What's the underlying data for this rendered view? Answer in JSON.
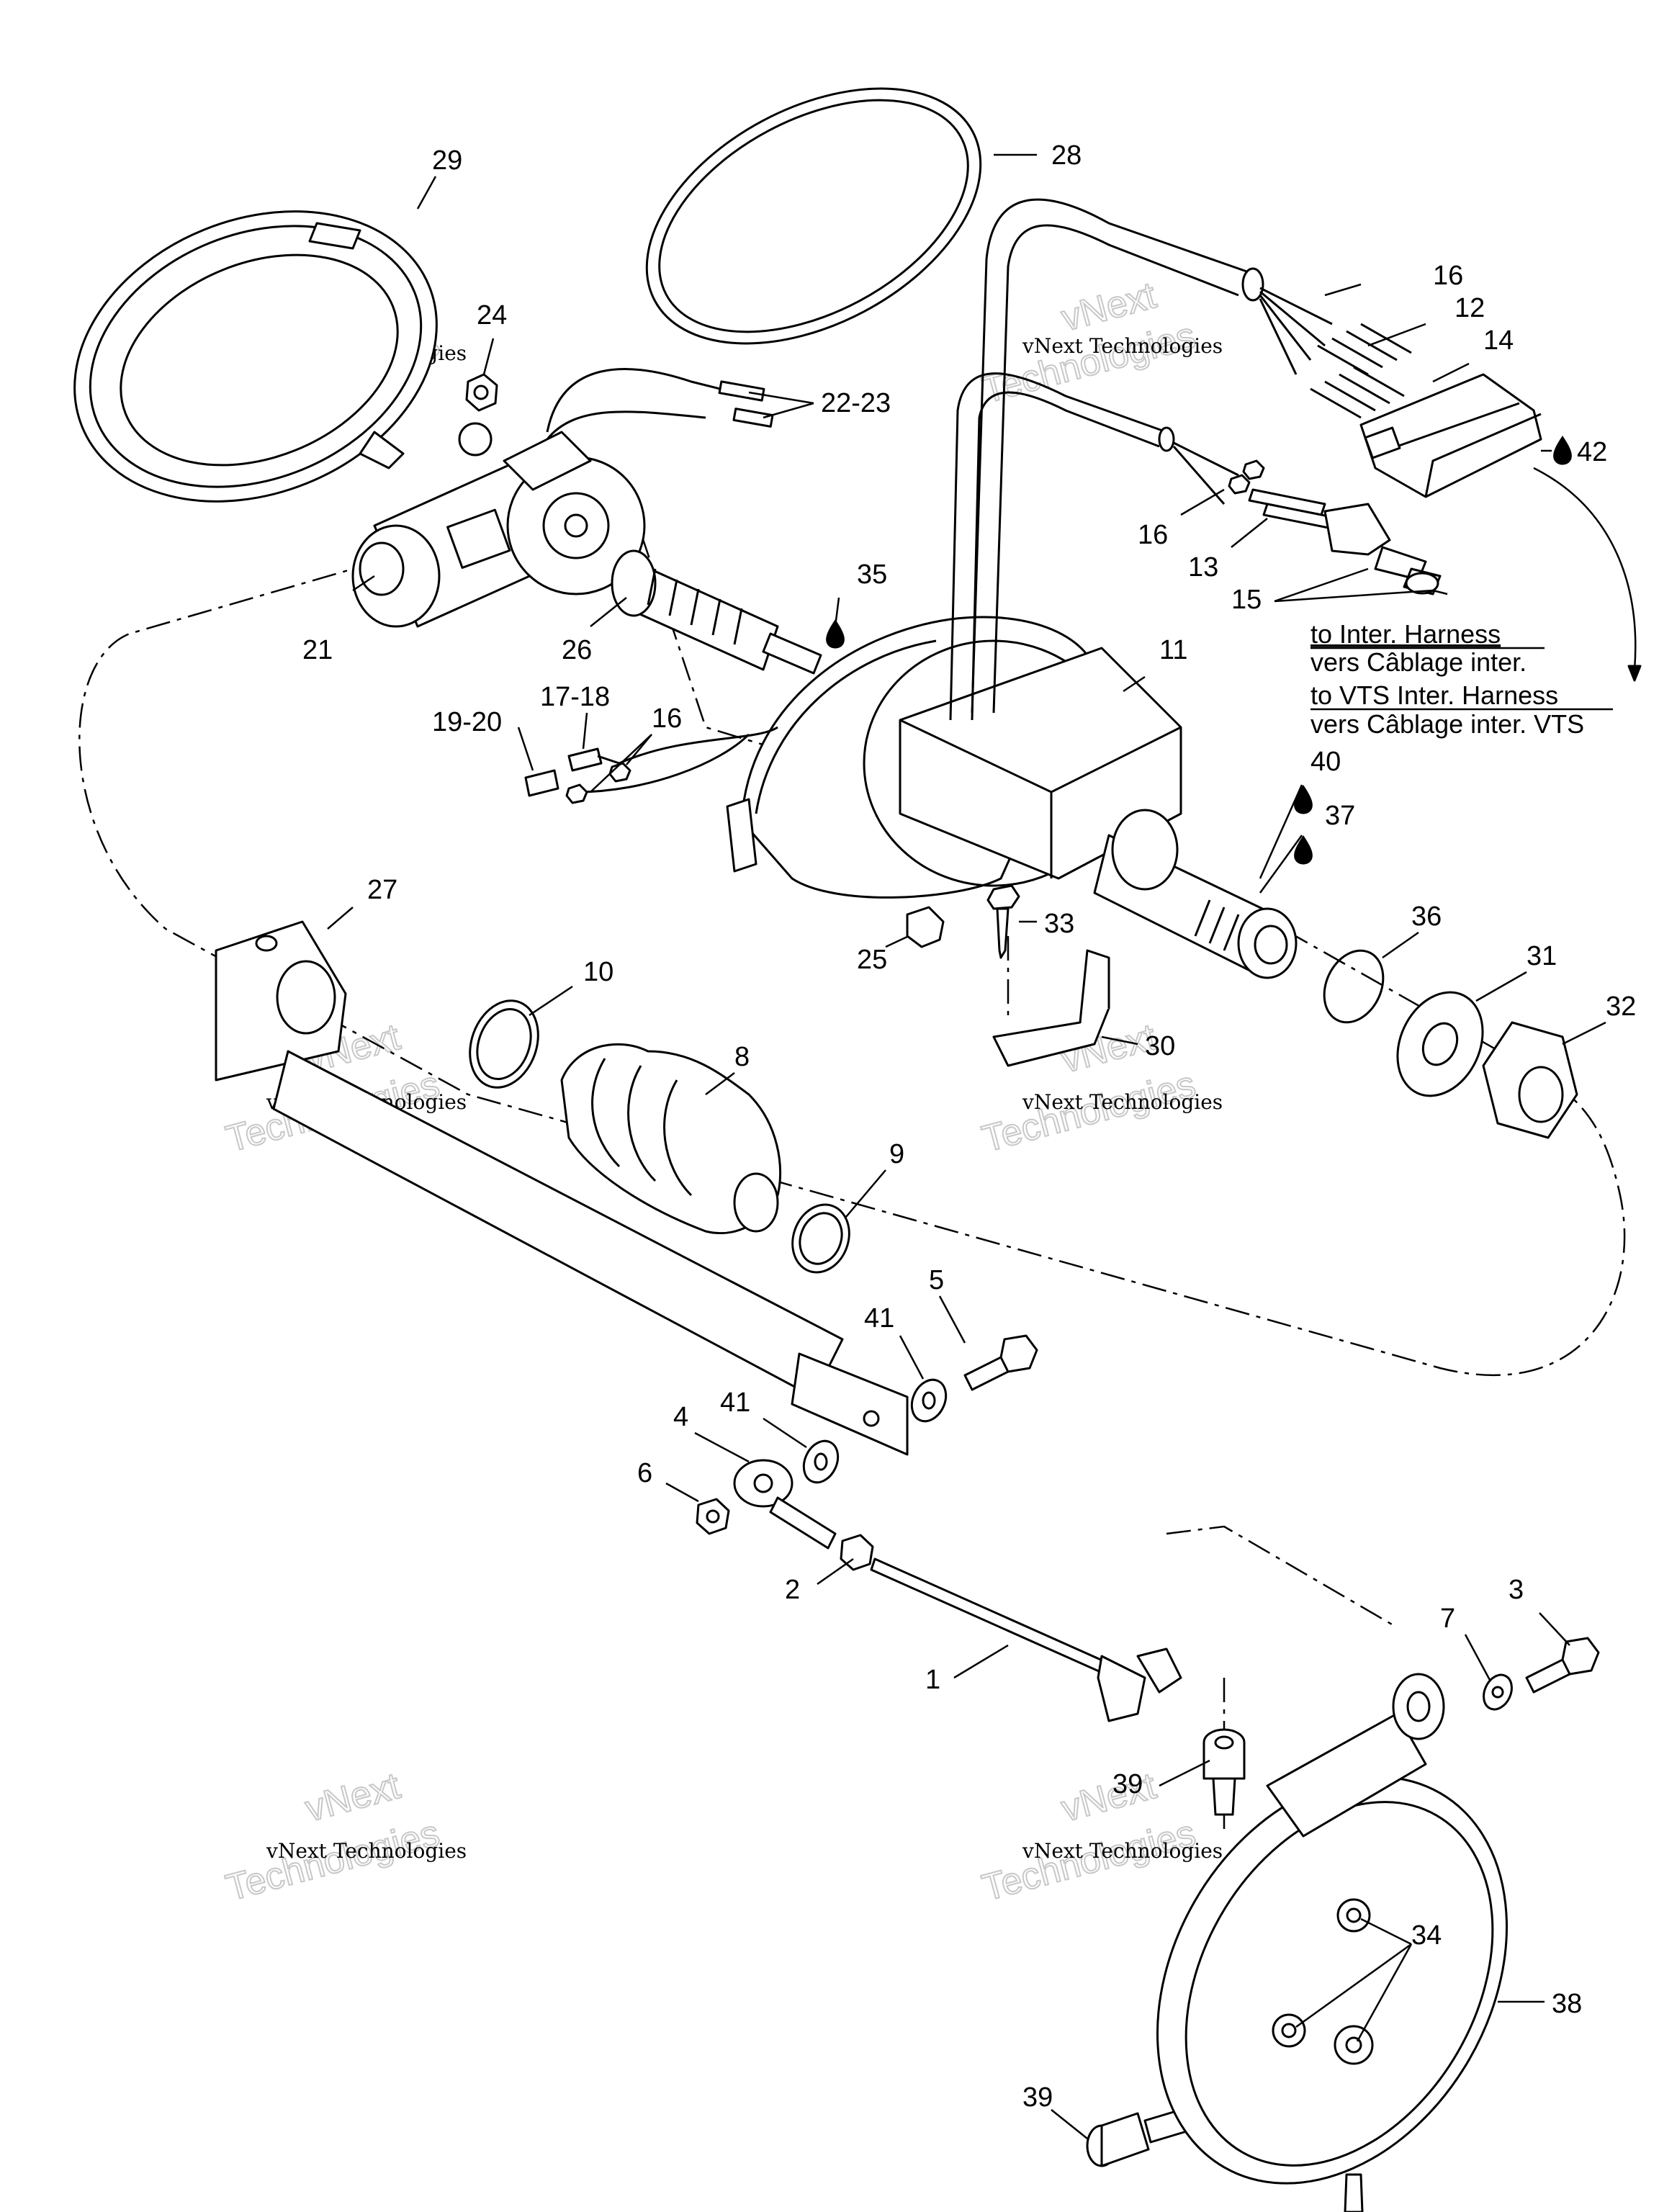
{
  "callouts": {
    "c1": "1",
    "c2": "2",
    "c3": "3",
    "c4": "4",
    "c5": "5",
    "c6": "6",
    "c7": "7",
    "c8": "8",
    "c9": "9",
    "c10": "10",
    "c11": "11",
    "c12": "12",
    "c13": "13",
    "c14": "14",
    "c15": "15",
    "c16a": "16",
    "c16b": "16",
    "c16c": "16",
    "c17_18": "17-18",
    "c19_20": "19-20",
    "c21": "21",
    "c22_23": "22-23",
    "c24": "24",
    "c25": "25",
    "c26": "26",
    "c27": "27",
    "c28": "28",
    "c29": "29",
    "c30": "30",
    "c31": "31",
    "c32": "32",
    "c33": "33",
    "c34": "34",
    "c35": "35",
    "c36": "36",
    "c37": "37",
    "c38": "38",
    "c39a": "39",
    "c39b": "39",
    "c40": "40",
    "c41a": "41",
    "c41b": "41",
    "c42": "42"
  },
  "notes": {
    "inter_harness_en": "to Inter. Harness",
    "inter_harness_fr": "vers Câblage inter.",
    "vts_harness_en": "to VTS Inter. Harness",
    "vts_harness_fr": "vers Câblage inter. VTS"
  },
  "watermark": {
    "line1": "vNext Technologies",
    "line2": "vNext",
    "line3": "Technologies"
  },
  "icons": {
    "lubricant": "oil-drop-icon"
  }
}
